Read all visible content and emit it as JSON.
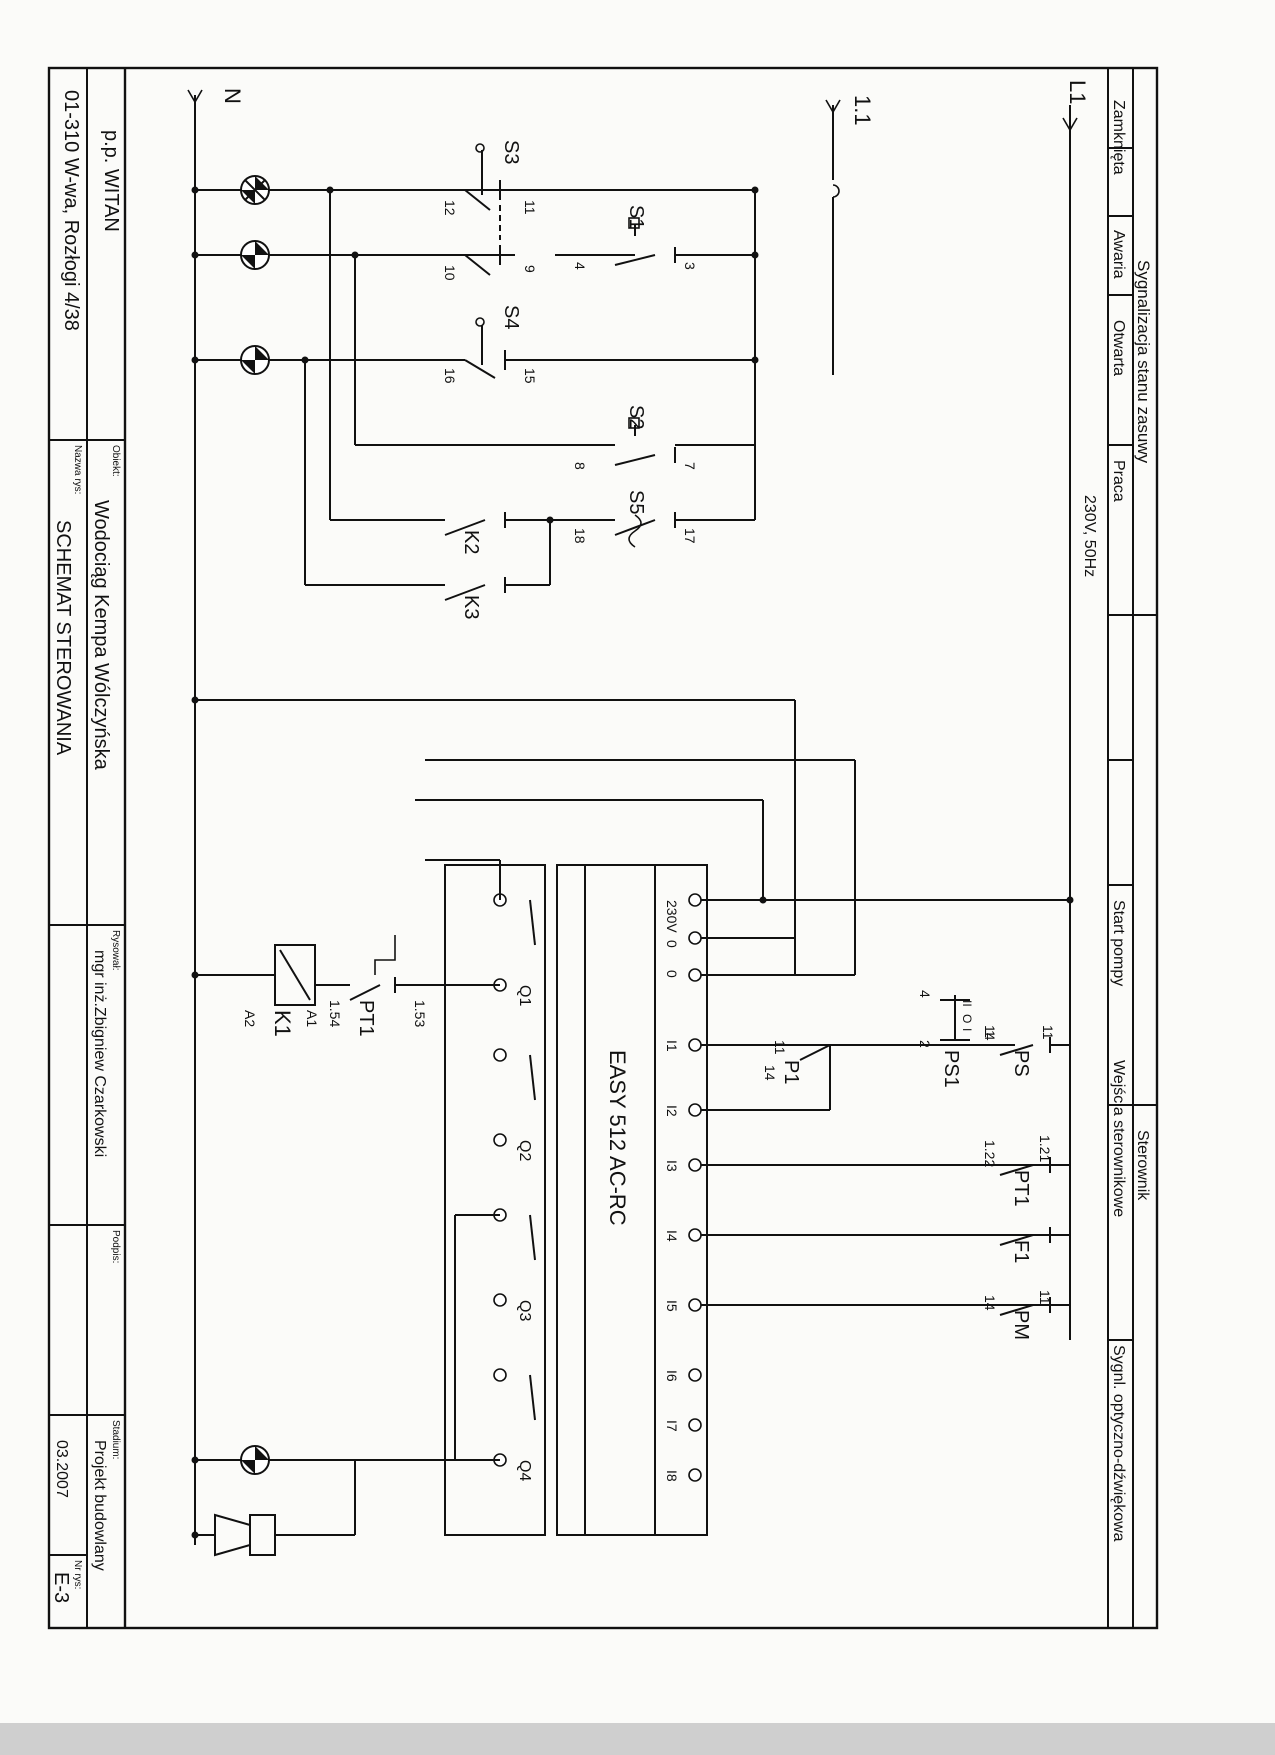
{
  "header": {
    "group_signal": "Sygnalizacja stanu zasuwy",
    "col_closed": "Zamknięta",
    "col_fault": "Awaria",
    "col_open": "Otwarta",
    "col_work": "Praca",
    "col_start": "Start pompy",
    "group_controller": "Sterownik",
    "col_inputs": "Wejścia sterownikowe",
    "col_signal_opt": "Sygnl. optyczno-dźwiękowa"
  },
  "supply": {
    "phase": "L1",
    "neutral": "N",
    "ref": "1.1",
    "voltage": "230V, 50Hz"
  },
  "components": {
    "s1": "S1",
    "s2": "S2",
    "s3": "S3",
    "s4": "S4",
    "s5": "S5",
    "k1": "K1",
    "k2": "K2",
    "k3": "K3",
    "ps": "PS",
    "ps1": "PS1",
    "p1": "P1",
    "pt1_in": "PT1",
    "pt1_out": "PT1",
    "f1": "F1",
    "pm": "PM",
    "plc": "EASY 512 AC-RC",
    "q1": "Q1",
    "q2": "Q2",
    "q3": "Q3",
    "q4": "Q4"
  },
  "terminals": {
    "t3": "3",
    "t4": "4",
    "t7": "7",
    "t8": "8",
    "t9": "9",
    "t10": "10",
    "t11": "11",
    "t12": "12",
    "t15": "15",
    "t16": "16",
    "t17": "17",
    "t18": "18",
    "ps_11": "11",
    "ps_14": "14",
    "ps1_1": "1",
    "ps1_2": "2",
    "ps1_4": "4",
    "ps1_ii": "II",
    "ps1_o": "O",
    "ps1_i": "I",
    "p1_11": "11",
    "p1_14": "14",
    "pt1_121": "1.21",
    "pt1_122": "1.22",
    "pm_11": "11",
    "pm_14": "14",
    "pt1_153": "1.53",
    "pt1_154": "1.54",
    "a1": "A1",
    "a2": "A2"
  },
  "plc_terminals": {
    "p230": "230V",
    "p0a": "0",
    "p0b": "0",
    "i1": "I1",
    "i2": "I2",
    "i3": "I3",
    "i4": "I4",
    "i5": "I5",
    "i6": "I6",
    "i7": "I7",
    "i8": "I8"
  },
  "title_block": {
    "company": "p.p. WITAN",
    "address": "01-310 W-wa, Rozłogi 4/38",
    "label_object": "Obiekt:",
    "object": "Wodociąg Kempa Wólczyńska",
    "label_drawing": "Nazwa rys:",
    "drawing": "SCHEMAT STEROWANIA",
    "label_drawn": "Rysował:",
    "drawn": "mgr inż.Zbigniew Czarkowski",
    "label_sign": "Podpis:",
    "label_stage": "Stadium:",
    "stage": "Projekt budowlany",
    "date": "03.2007",
    "label_no": "Nr rys:",
    "number": "E-3"
  }
}
